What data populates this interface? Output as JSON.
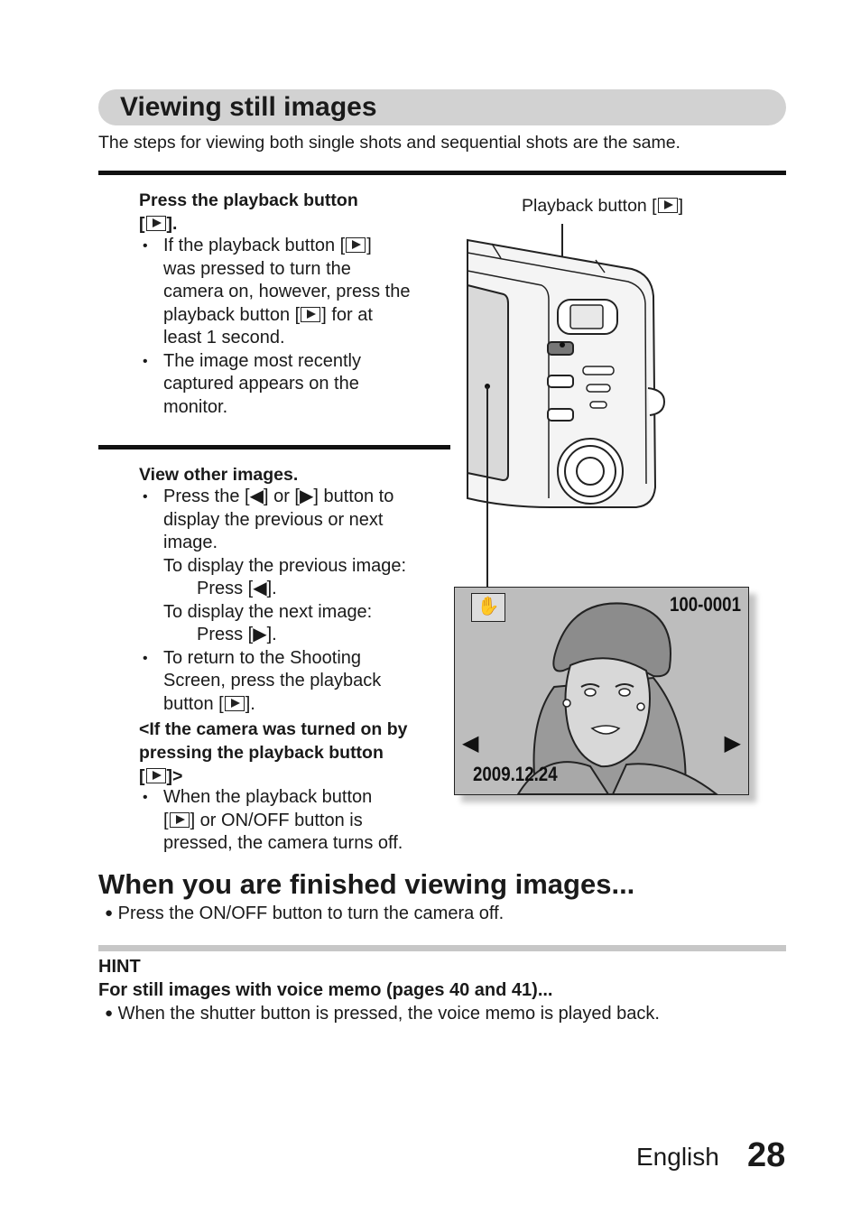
{
  "section_title": "Viewing still images",
  "intro": "The steps for viewing both single shots and sequential shots are the same.",
  "step1": {
    "title_line1": "Press the playback button",
    "title_line2_pre": "[",
    "title_line2_post": "].",
    "bullet1_l1_pre": "If the playback button [",
    "bullet1_l1_post": "]",
    "bullet1_l2": "was pressed to turn the",
    "bullet1_l3": "camera on, however, press the",
    "bullet1_l4_pre": "playback button [",
    "bullet1_l4_post": "] for at",
    "bullet1_l5": "least 1 second.",
    "bullet2_l1": "The image most recently",
    "bullet2_l2": "captured appears on the",
    "bullet2_l3": "monitor."
  },
  "step2": {
    "title": "View other images.",
    "bullet1_l1": "Press the [◀] or [▶] button to",
    "bullet1_l2": "display the previous or next",
    "bullet1_l3": "image.",
    "prev_label": "To display the previous image:",
    "prev_action": "Press [◀].",
    "next_label": "To display the next image:",
    "next_action": "Press [▶].",
    "bullet2_l1": "To return to the Shooting",
    "bullet2_l2": "Screen, press the playback",
    "bullet2_l3_pre": "button [",
    "bullet2_l3_post": "].",
    "note_l1": "<If the camera was turned on by",
    "note_l2": "pressing the playback button",
    "note_l3_pre": "[",
    "note_l3_post": "]>",
    "bullet3_l1": "When the playback button",
    "bullet3_l2_pre": "[",
    "bullet3_l2_post": "] or ON/OFF button is",
    "bullet3_l3": "pressed, the camera turns off."
  },
  "figure": {
    "callout_pre": "Playback button [",
    "callout_post": "]",
    "file_number": "100-0001",
    "date": "2009.12.24",
    "prev_arrow": "◀",
    "next_arrow": "▶"
  },
  "finished": {
    "title": "When you are finished viewing images...",
    "bullet": "Press the ON/OFF button to turn the camera off."
  },
  "hint": {
    "label": "HINT",
    "subtitle": "For still images with voice memo  (pages 40 and 41)...",
    "bullet": "When the shutter button is pressed, the voice memo is played back."
  },
  "footer": {
    "language": "English",
    "page": "28"
  }
}
